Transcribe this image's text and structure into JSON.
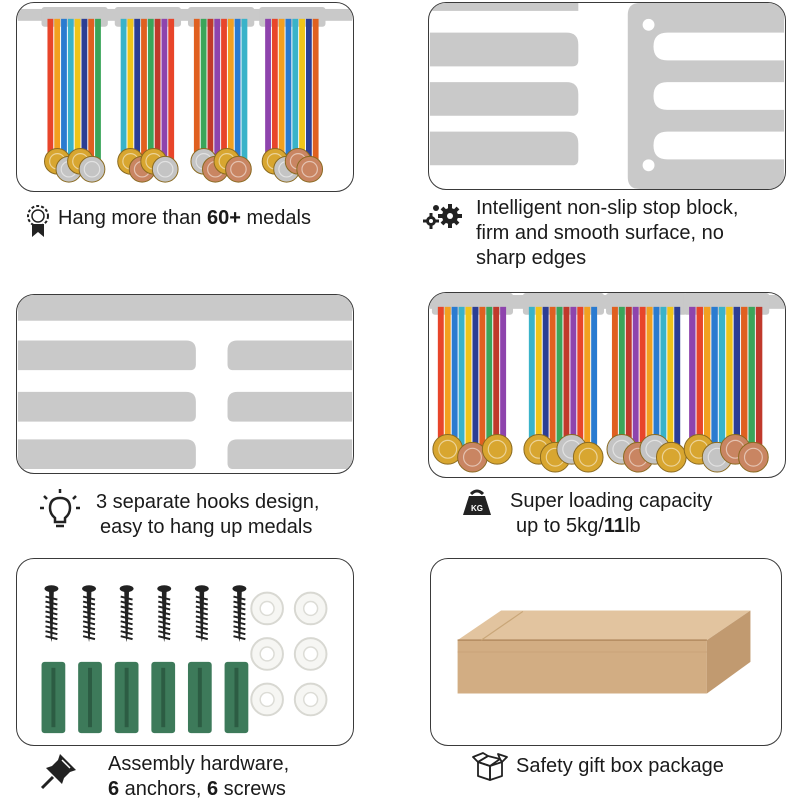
{
  "features": [
    {
      "id": "capacity",
      "icon": "medal-ribbon-icon",
      "line1_pre": "Hang more than ",
      "line1_bold": "60+",
      "line1_post": " medals"
    },
    {
      "id": "stop-block",
      "icon": "gears-icon",
      "line1": "Intelligent non-slip stop block,",
      "line2": "firm and smooth surface, no",
      "line3": "sharp edges"
    },
    {
      "id": "hooks",
      "icon": "lightbulb-icon",
      "line1": "3 separate hooks design,",
      "line2": "easy to hang up medals"
    },
    {
      "id": "loading",
      "icon": "kg-weight-icon",
      "icon_text": "KG",
      "line1": "Super loading capacity",
      "line2_pre": "up to 5kg/",
      "line2_bold": "11",
      "line2_post": "lb"
    },
    {
      "id": "hardware",
      "icon": "pushpin-icon",
      "line1": "Assembly hardware,",
      "line2_bold_a": "6",
      "line2_mid": " anchors, ",
      "line2_bold_b": "6",
      "line2_post": " screws"
    },
    {
      "id": "package",
      "icon": "box-icon",
      "line1": "Safety gift box package"
    }
  ],
  "colors": {
    "metal": "#c9c9c9",
    "border": "#3a3a3a",
    "gold": "#d8a630",
    "silver": "#c4c4c4",
    "bronze": "#c98562",
    "anchor": "#3d7a5a",
    "screw": "#222222",
    "box": "#d7b48c"
  }
}
